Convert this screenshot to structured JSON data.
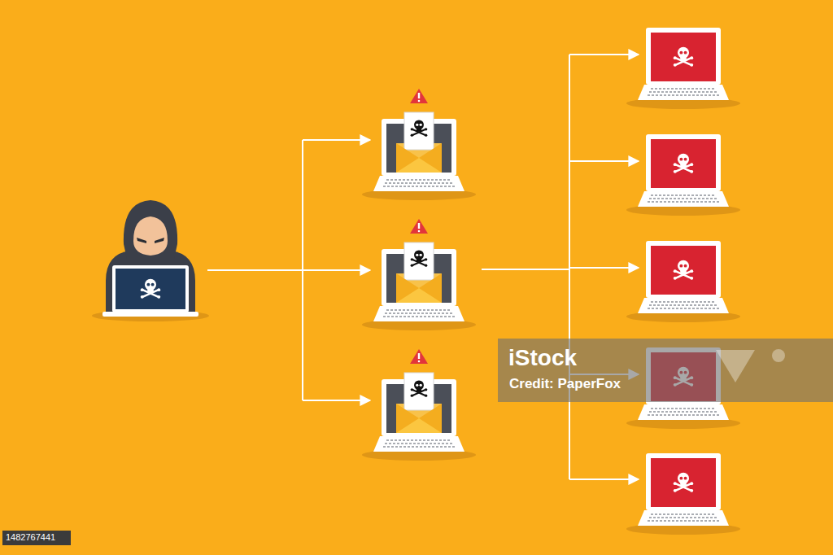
{
  "diagram": {
    "labels": [
      "iStock",
      "Credit: PaperFox",
      "1482767441"
    ]
  }
}
